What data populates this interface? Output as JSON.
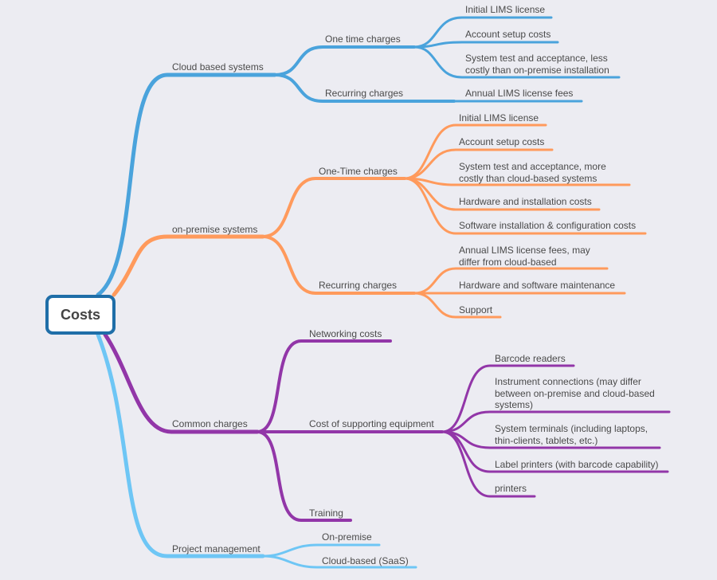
{
  "colors": {
    "cloud": "#4aa3dc",
    "onprem": "#ff9a5c",
    "common": "#9236a8",
    "project": "#6ec6f5",
    "root_border": "#1f6ea8",
    "background": "#ececf2"
  },
  "root": "Costs",
  "branches": {
    "cloud": {
      "label": "Cloud based systems",
      "one_time": {
        "label": "One time charges",
        "items": [
          "Initial LIMS license",
          "Account setup costs",
          "System test and acceptance, less\ncostly than on-premise installation"
        ]
      },
      "recurring": {
        "label": "Recurring charges",
        "items": [
          "Annual LIMS license fees"
        ]
      }
    },
    "onprem": {
      "label": "on-premise systems",
      "one_time": {
        "label": "One-Time charges",
        "items": [
          "Initial LIMS license",
          "Account setup costs",
          "System test and acceptance, more\ncostly than cloud-based systems",
          "Hardware and installation costs",
          "Software installation & configuration costs"
        ]
      },
      "recurring": {
        "label": "Recurring charges",
        "items": [
          "Annual LIMS license fees, may\ndiffer from cloud-based",
          "Hardware and software maintenance",
          "Support"
        ]
      }
    },
    "common": {
      "label": "Common charges",
      "networking": "Networking costs",
      "equipment": {
        "label": "Cost of supporting equipment",
        "items": [
          "Barcode readers",
          "Instrument connections (may differ\nbetween on-premise and cloud-based\nsystems)",
          "System terminals (including laptops,\nthin-clients, tablets, etc.)",
          "Label printers (with barcode capability)",
          "printers"
        ]
      },
      "training": "Training"
    },
    "project": {
      "label": "Project management",
      "items": [
        "On-premise",
        "Cloud-based (SaaS)"
      ]
    }
  }
}
